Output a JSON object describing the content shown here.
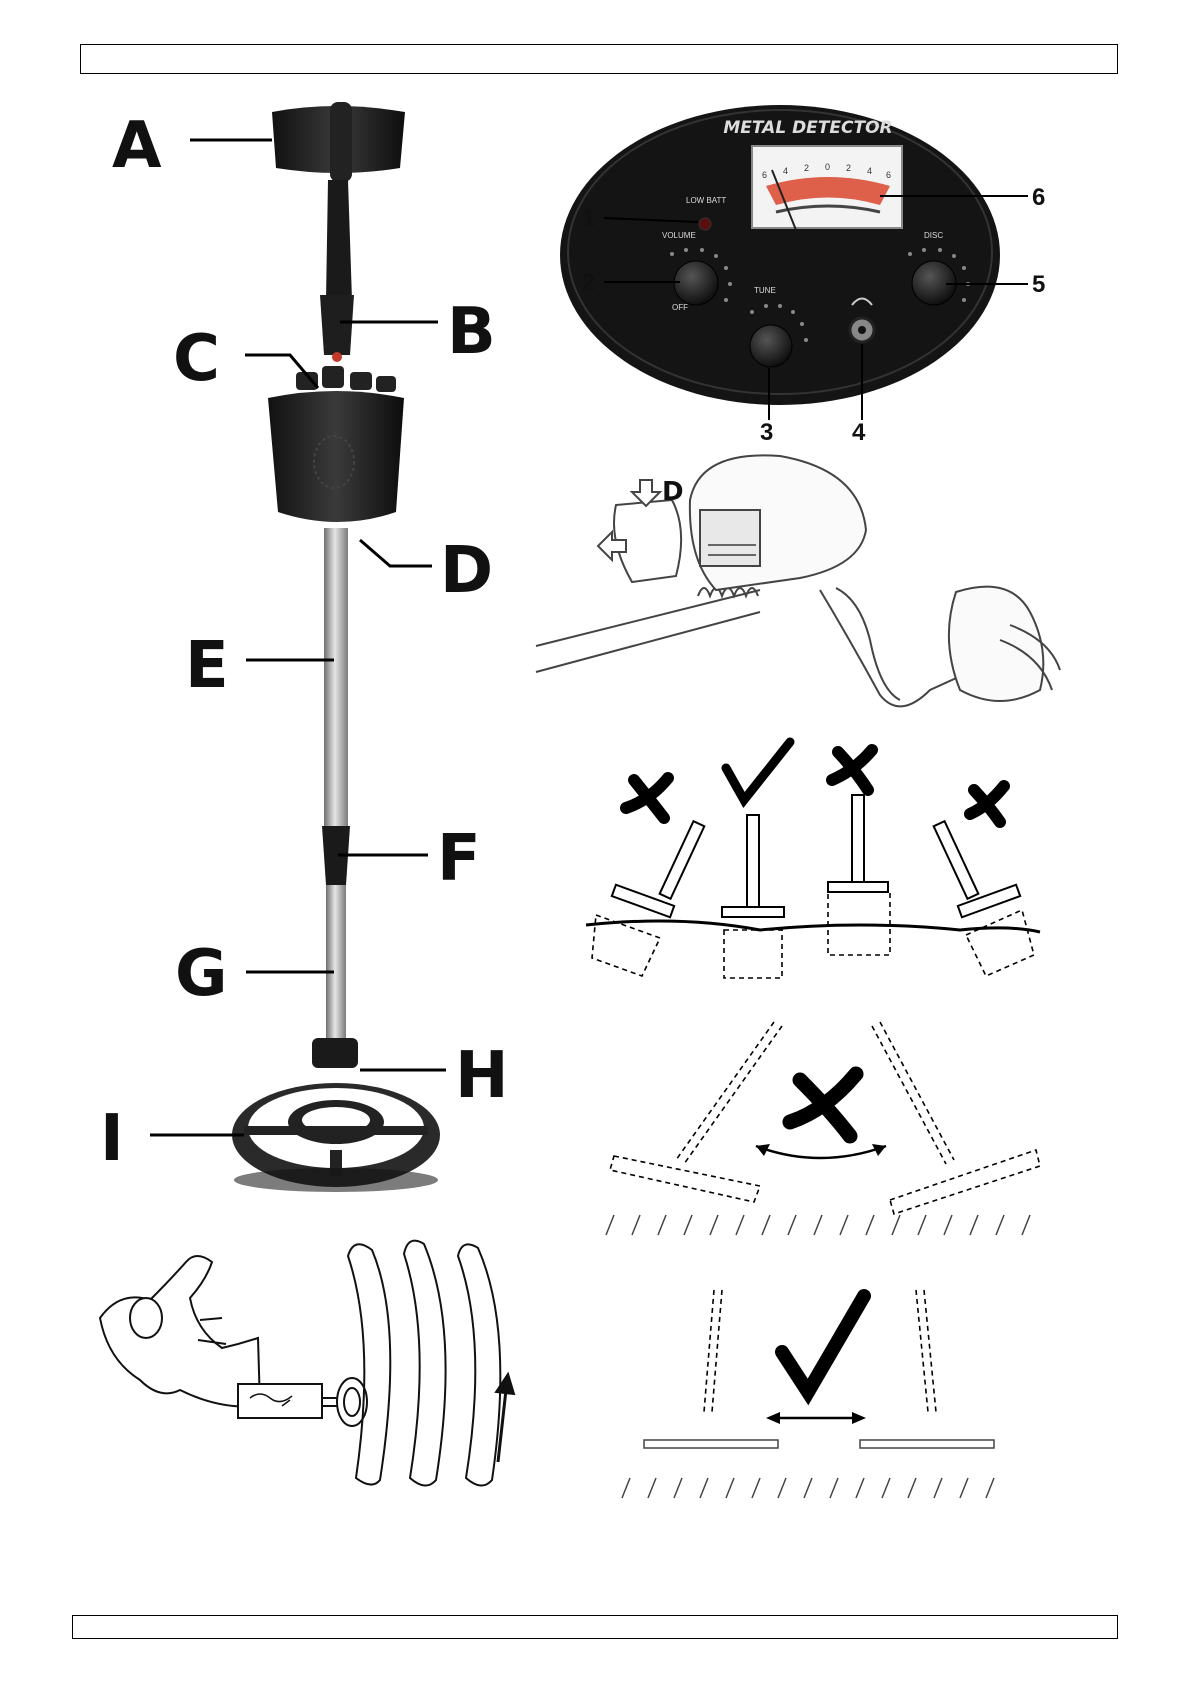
{
  "header": {
    "text": ""
  },
  "footer": {
    "text": ""
  },
  "main_labels": [
    "A",
    "B",
    "C",
    "D",
    "E",
    "F",
    "G",
    "H",
    "I"
  ],
  "panel": {
    "title": "METAL DETECTOR",
    "lowbatt": "LOW BATT",
    "volume": "VOLUME",
    "off": "OFF",
    "tune": "TUNE",
    "disc": "DISC",
    "meter_scale": [
      "6",
      "4",
      "2",
      "0",
      "2",
      "4",
      "6"
    ],
    "callouts": [
      "1",
      "2",
      "3",
      "4",
      "5",
      "6"
    ]
  },
  "battery": {
    "label": "D"
  }
}
